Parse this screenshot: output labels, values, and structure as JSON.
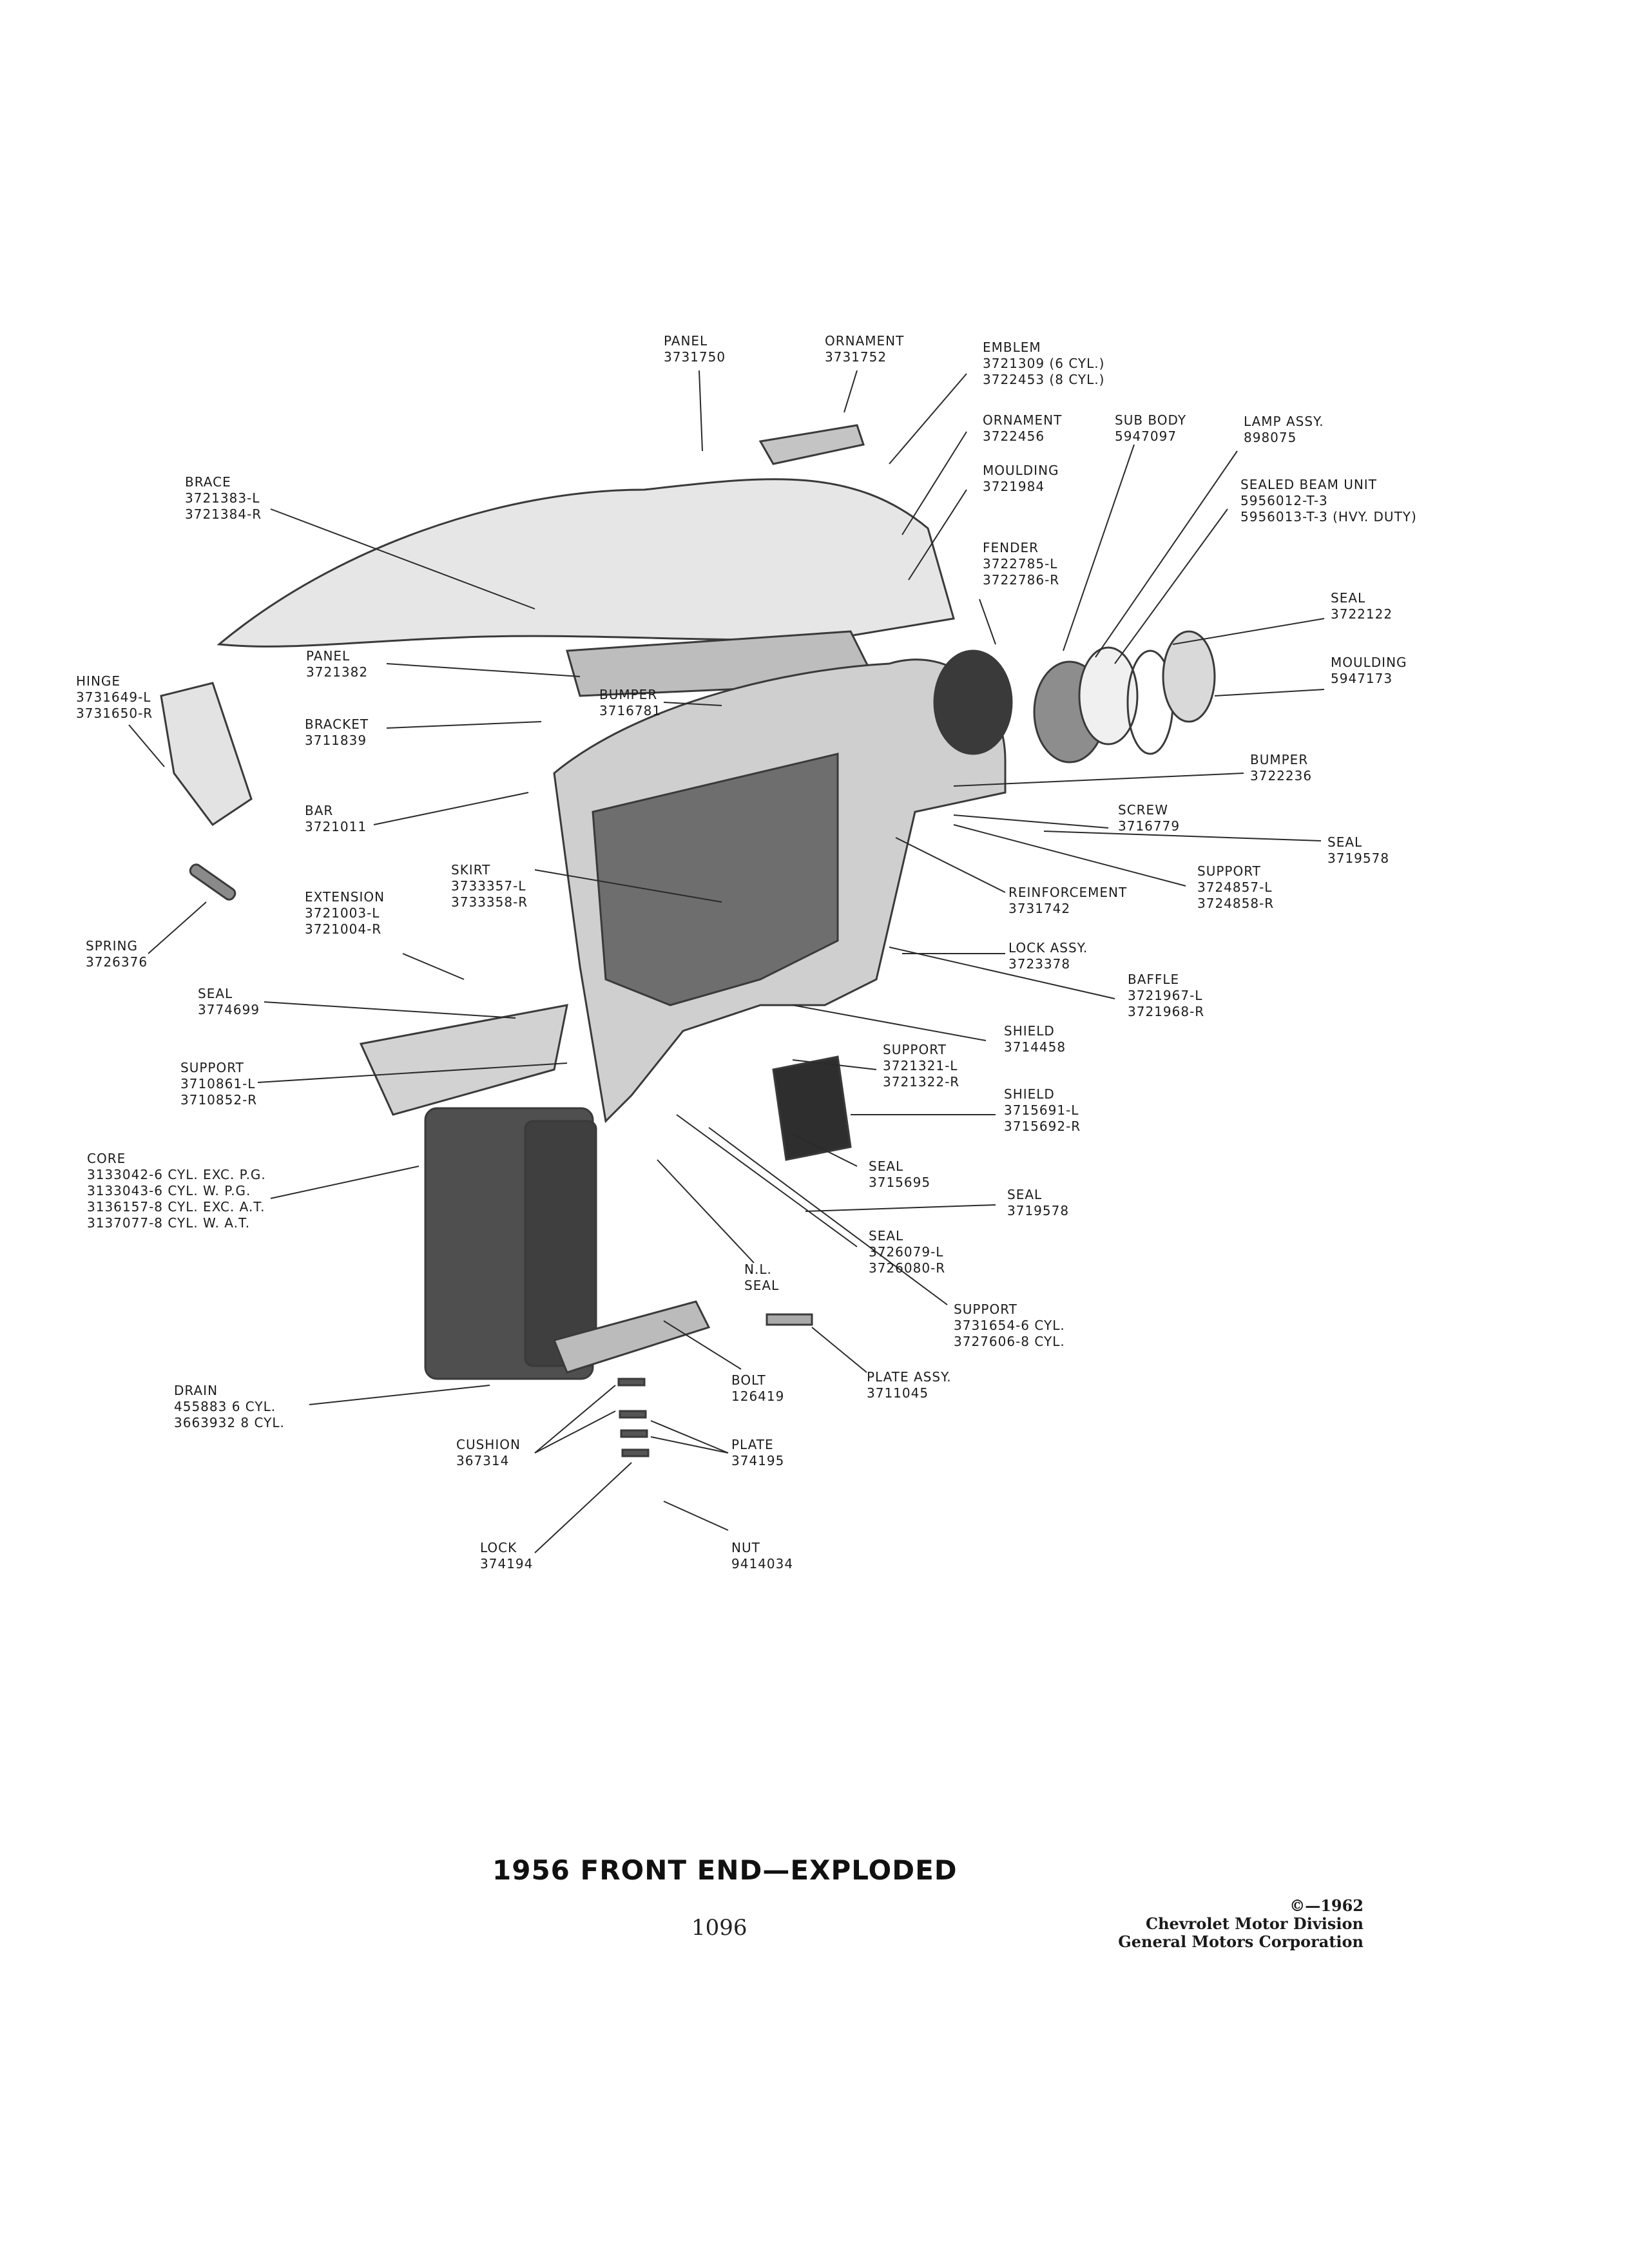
{
  "title": "1956 FRONT END—EXPLODED",
  "page_number": "1096",
  "copyright": [
    "©—1962",
    "Chevrolet Motor Division",
    "General Motors Corporation"
  ],
  "labels": [
    {
      "id": "panel-top",
      "lines": [
        "PANEL",
        "3731750"
      ]
    },
    {
      "id": "ornament-top",
      "lines": [
        "ORNAMENT",
        "3731752"
      ]
    },
    {
      "id": "emblem",
      "lines": [
        "EMBLEM",
        "3721309 (6 CYL.)",
        "3722453 (8 CYL.)"
      ]
    },
    {
      "id": "ornament",
      "lines": [
        "ORNAMENT",
        "3722456"
      ]
    },
    {
      "id": "sub-body",
      "lines": [
        "SUB BODY",
        "5947097"
      ]
    },
    {
      "id": "lamp-assy",
      "lines": [
        "LAMP ASSY.",
        "898075"
      ]
    },
    {
      "id": "moulding-top",
      "lines": [
        "MOULDING",
        "3721984"
      ]
    },
    {
      "id": "sealed-beam",
      "lines": [
        "SEALED BEAM UNIT",
        "5956012-T-3",
        "5956013-T-3 (HVY. DUTY)"
      ]
    },
    {
      "id": "brace",
      "lines": [
        "BRACE",
        "3721383-L",
        "3721384-R"
      ]
    },
    {
      "id": "fender",
      "lines": [
        "FENDER",
        "3722785-L",
        "3722786-R"
      ]
    },
    {
      "id": "seal-lamp",
      "lines": [
        "SEAL",
        "3722122"
      ]
    },
    {
      "id": "moulding-lamp",
      "lines": [
        "MOULDING",
        "5947173"
      ]
    },
    {
      "id": "hinge",
      "lines": [
        "HINGE",
        "3731649-L",
        "3731650-R"
      ]
    },
    {
      "id": "panel-mid",
      "lines": [
        "PANEL",
        "3721382"
      ]
    },
    {
      "id": "bumper-mid",
      "lines": [
        "BUMPER",
        "3716781"
      ]
    },
    {
      "id": "bracket",
      "lines": [
        "BRACKET",
        "3711839"
      ]
    },
    {
      "id": "bumper-right",
      "lines": [
        "BUMPER",
        "3722236"
      ]
    },
    {
      "id": "bar",
      "lines": [
        "BAR",
        "3721011"
      ]
    },
    {
      "id": "screw",
      "lines": [
        "SCREW",
        "3716779"
      ]
    },
    {
      "id": "seal-right",
      "lines": [
        "SEAL",
        "3719578"
      ]
    },
    {
      "id": "skirt",
      "lines": [
        "SKIRT",
        "3733357-L",
        "3733358-R"
      ]
    },
    {
      "id": "support-right",
      "lines": [
        "SUPPORT",
        "3724857-L",
        "3724858-R"
      ]
    },
    {
      "id": "extension",
      "lines": [
        "EXTENSION",
        "3721003-L",
        "3721004-R"
      ]
    },
    {
      "id": "reinforcement",
      "lines": [
        "REINFORCEMENT",
        "3731742"
      ]
    },
    {
      "id": "spring",
      "lines": [
        "SPRING",
        "3726376"
      ]
    },
    {
      "id": "lock-assy",
      "lines": [
        "LOCK ASSY.",
        "3723378"
      ]
    },
    {
      "id": "baffle",
      "lines": [
        "BAFFLE",
        "3721967-L",
        "3721968-R"
      ]
    },
    {
      "id": "seal-left",
      "lines": [
        "SEAL",
        "3774699"
      ]
    },
    {
      "id": "shield-1",
      "lines": [
        "SHIELD",
        "3714458"
      ]
    },
    {
      "id": "support-left",
      "lines": [
        "SUPPORT",
        "3710861-L",
        "3710852-R"
      ]
    },
    {
      "id": "support-mid",
      "lines": [
        "SUPPORT",
        "3721321-L",
        "3721322-R"
      ]
    },
    {
      "id": "shield-2",
      "lines": [
        "SHIELD",
        "3715691-L",
        "3715692-R"
      ]
    },
    {
      "id": "core",
      "lines": [
        "CORE",
        "3133042-6 CYL. EXC. P.G.",
        "3133043-6 CYL. W. P.G.",
        "3136157-8 CYL. EXC. A.T.",
        "3137077-8 CYL. W. A.T."
      ]
    },
    {
      "id": "seal-3715695",
      "lines": [
        "SEAL",
        "3715695"
      ]
    },
    {
      "id": "seal-3719578-b",
      "lines": [
        "SEAL",
        "3719578"
      ]
    },
    {
      "id": "seal-3726079",
      "lines": [
        "SEAL",
        "3726079-L",
        "3726080-R"
      ]
    },
    {
      "id": "nl-seal",
      "lines": [
        "N.L.",
        "SEAL"
      ]
    },
    {
      "id": "support-bottom",
      "lines": [
        "SUPPORT",
        "3731654-6 CYL.",
        "3727606-8 CYL."
      ]
    },
    {
      "id": "drain",
      "lines": [
        "DRAIN",
        "455883 6 CYL.",
        "3663932 8 CYL."
      ]
    },
    {
      "id": "bolt",
      "lines": [
        "BOLT",
        "126419"
      ]
    },
    {
      "id": "plate-assy",
      "lines": [
        "PLATE ASSY.",
        "3711045"
      ]
    },
    {
      "id": "cushion",
      "lines": [
        "CUSHION",
        "367314"
      ]
    },
    {
      "id": "plate",
      "lines": [
        "PLATE",
        "374195"
      ]
    },
    {
      "id": "lock",
      "lines": [
        "LOCK",
        "374194"
      ]
    },
    {
      "id": "nut",
      "lines": [
        "NUT",
        "9414034"
      ]
    }
  ]
}
